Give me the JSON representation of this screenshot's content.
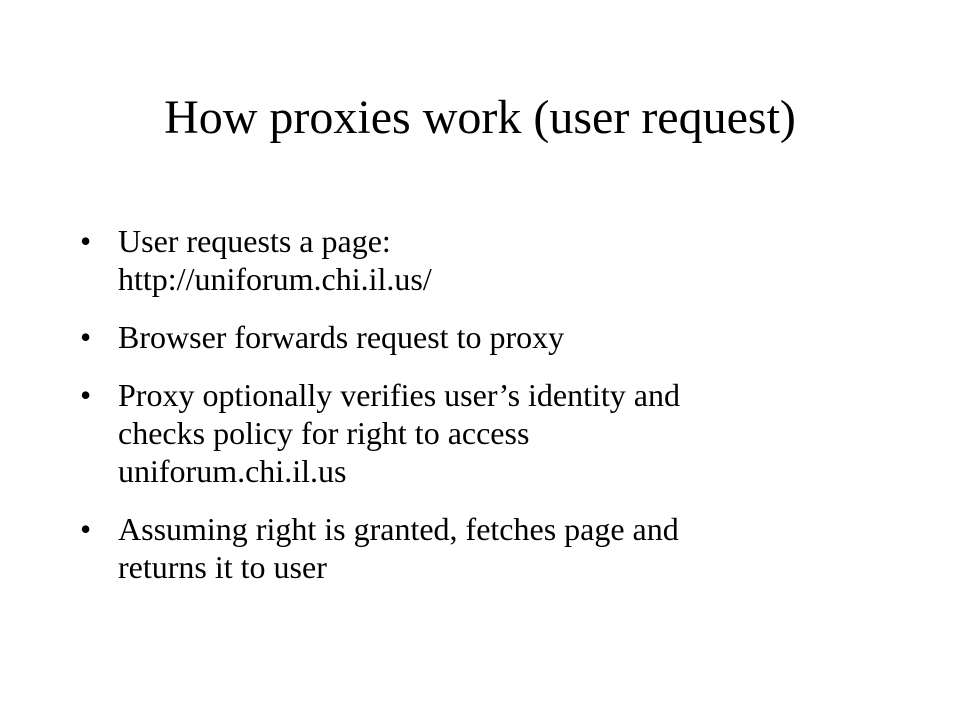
{
  "slide": {
    "title": "How proxies work (user request)",
    "bullet_symbol": "•",
    "bullets": [
      {
        "lines": [
          "User requests a page:",
          "http://uniforum.chi.il.us/"
        ]
      },
      {
        "lines": [
          "Browser forwards request to proxy"
        ]
      },
      {
        "lines": [
          "Proxy optionally verifies user’s identity and",
          "checks policy for right to access",
          "uniforum.chi.il.us"
        ]
      },
      {
        "lines": [
          "Assuming right is granted, fetches page and",
          "returns it to user"
        ]
      }
    ]
  }
}
